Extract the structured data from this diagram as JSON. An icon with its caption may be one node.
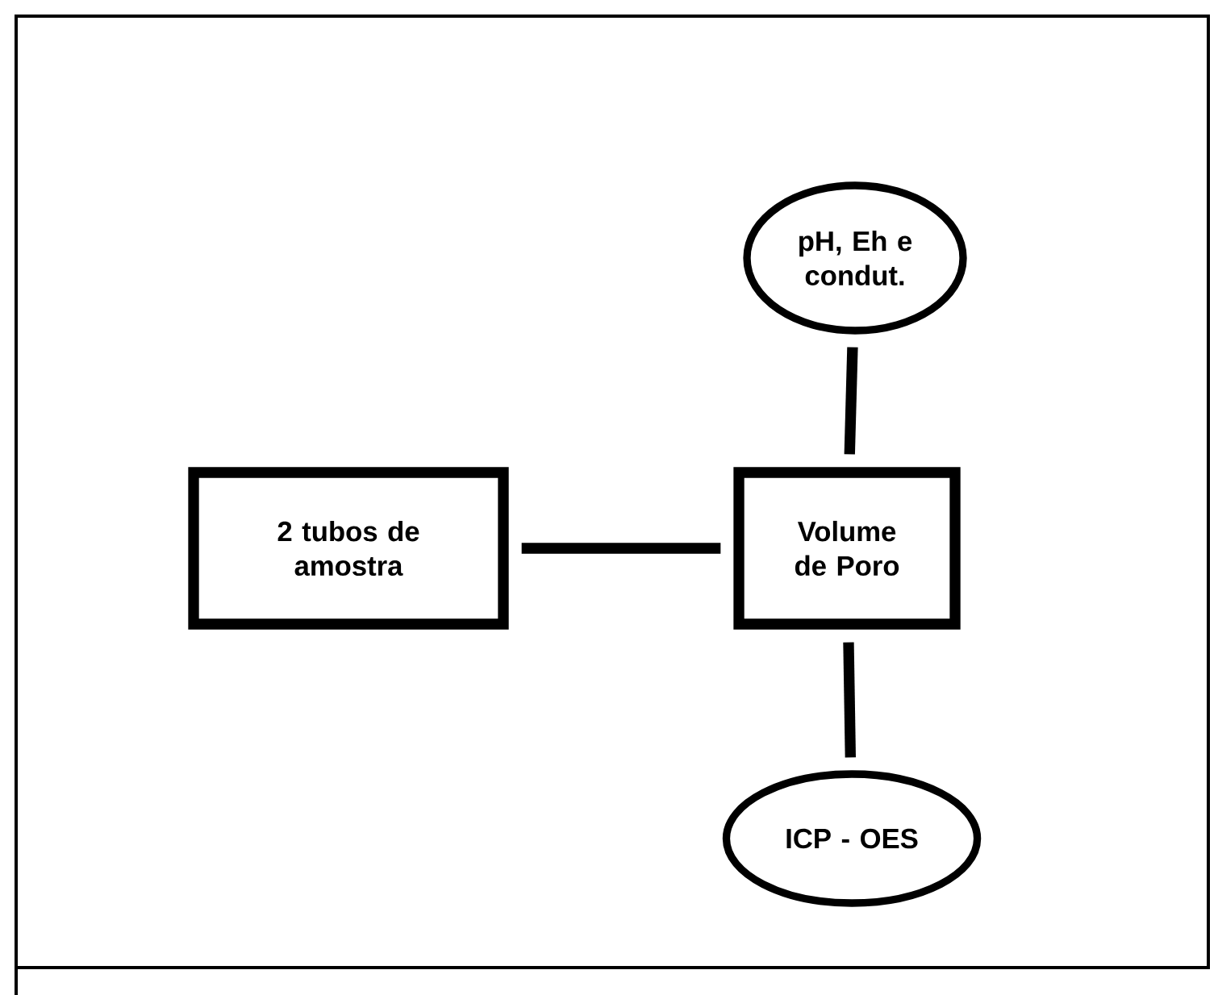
{
  "diagram": {
    "nodes": [
      {
        "text": [
          "2 tubos de amostra"
        ]
      },
      {
        "text": [
          "Volume de Poro"
        ]
      },
      {
        "text": [
          "pH, Eh e condut."
        ]
      },
      {
        "text": [
          "ICP - OES"
        ]
      }
    ],
    "edges": [
      {
        "from": 0,
        "to": 1,
        "arrow": "none"
      },
      {
        "from": 1,
        "to": 2,
        "arrow": "none"
      },
      {
        "from": 1,
        "to": 3,
        "arrow": "none"
      }
    ]
  }
}
